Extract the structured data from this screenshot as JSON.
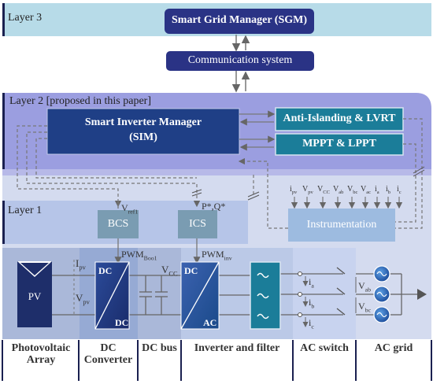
{
  "layers": {
    "layer3": "Layer 3",
    "layer2": "Layer 2 [proposed in this paper]",
    "layer1": "Layer 1"
  },
  "blocks": {
    "sgm": "Smart Grid Manager (SGM)",
    "communication": "Communication system",
    "sim_line1": "Smart Inverter  Manager",
    "sim_line2": "(SIM)",
    "anti_islanding": "Anti-Islanding & LVRT",
    "mppt": "MPPT & LPPT",
    "bcs": "BCS",
    "ics": "ICS",
    "instrumentation": "Instrumentation",
    "pv": "PV",
    "dc_top": "DC",
    "dc_bottom": "DC",
    "inv_top": "DC",
    "inv_bottom": "AC"
  },
  "signals": {
    "vref": "V",
    "vref_sub": "ref1",
    "pq": "P*,Q*",
    "pwm_boost": "PWM",
    "pwm_boost_sub": "Boo1",
    "pwm_inv": "PWM",
    "pwm_inv_sub": "inv",
    "ipv": "I",
    "ipv_sub": "pv",
    "vpv": "V",
    "vpv_sub": "pv",
    "vcc": "V",
    "vcc_sub": "CC",
    "ia": "i",
    "ia_sub": "a",
    "ib": "i",
    "ib_sub": "b",
    "ic": "i",
    "ic_sub": "c",
    "vab": "V",
    "vab_sub": "ab",
    "vbc": "V",
    "vbc_sub": "bc"
  },
  "measurements": [
    {
      "main": "i",
      "sub": "pv"
    },
    {
      "main": "V",
      "sub": "pv"
    },
    {
      "main": "V",
      "sub": "CC"
    },
    {
      "main": "V",
      "sub": "ab"
    },
    {
      "main": "V",
      "sub": "bc"
    },
    {
      "main": "V",
      "sub": "ac"
    },
    {
      "main": "i",
      "sub": "a"
    },
    {
      "main": "i",
      "sub": "b"
    },
    {
      "main": "i",
      "sub": "c"
    }
  ],
  "sections": {
    "pv_l1": "Photovoltaic",
    "pv_l2": "Array",
    "dcconv_l1": "DC",
    "dcconv_l2": "Converter",
    "dcbus": "DC bus",
    "inverter": "Inverter and filter",
    "acswitch": "AC switch",
    "acgrid": "AC grid"
  },
  "colors": {
    "layer3_bg": "#b7dbe8",
    "layer2_bg": "#9b9ee0",
    "layer1_bg": "#d4dbef",
    "navy": "#2a3385",
    "dark_blue": "#1f3f86",
    "teal": "#1b7d99",
    "light_blue_box": "#9dbbe0",
    "bcs_green": "#7a9cb2"
  }
}
